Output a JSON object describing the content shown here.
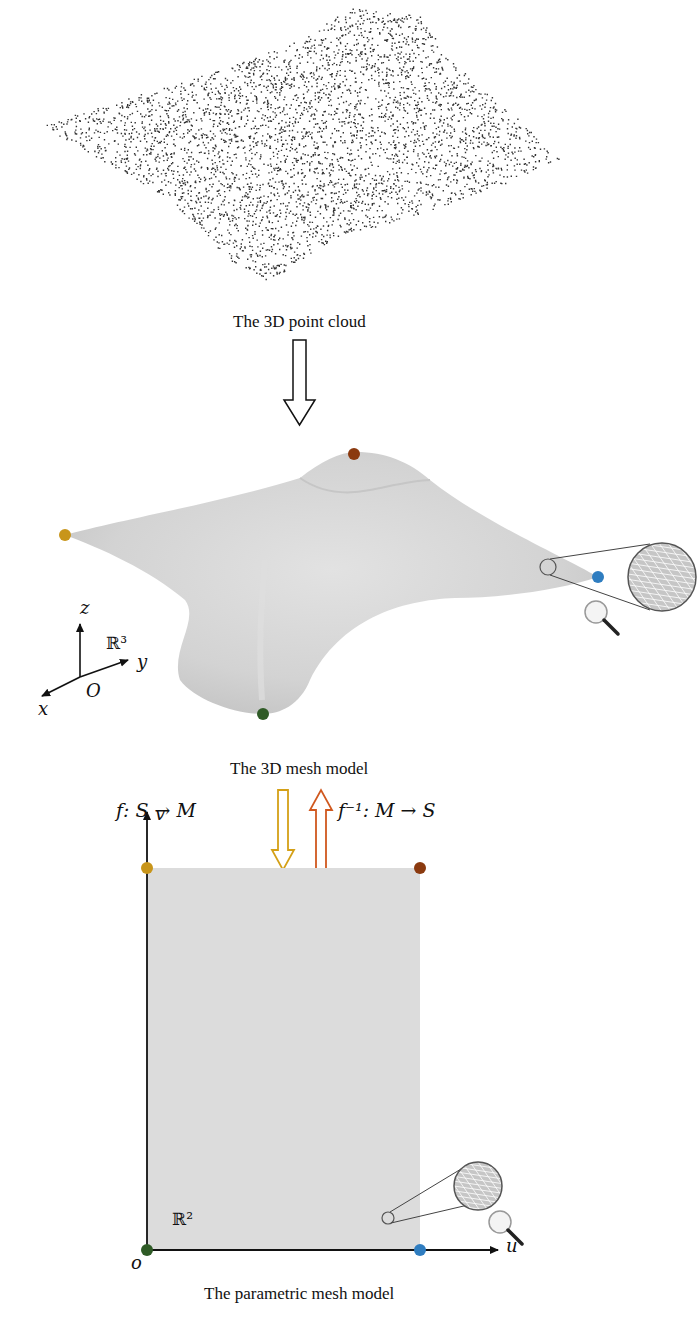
{
  "diagram": {
    "labels": [
      "The 3D point cloud",
      "z",
      "ℝ³",
      "x",
      "O",
      "y",
      "The 3D mesh model",
      "f: S → M",
      "f⁻¹: M → S",
      "v",
      "ℝ²",
      "o",
      "u",
      "The parametric mesh model"
    ]
  }
}
